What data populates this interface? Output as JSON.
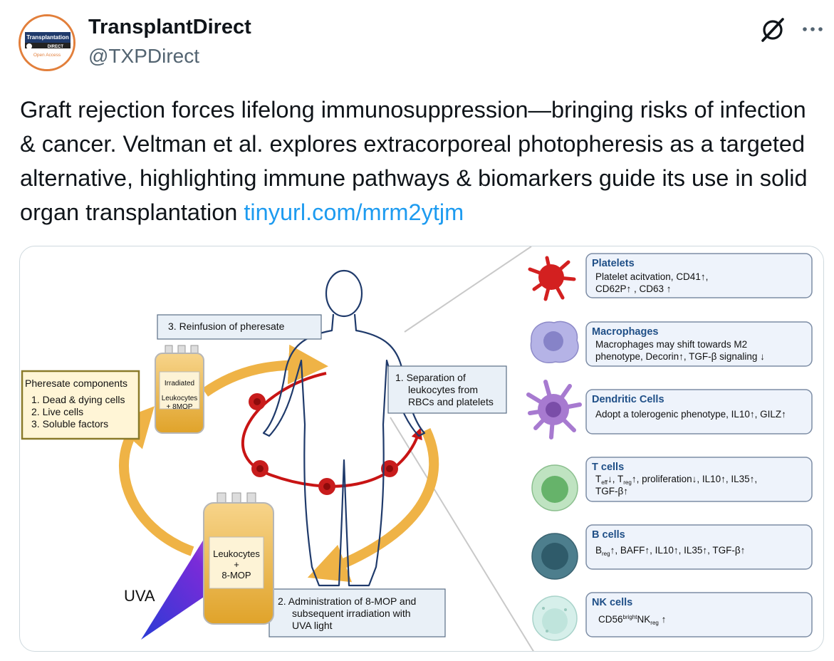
{
  "author": {
    "name": "TransplantDirect",
    "handle": "@TXPDirect",
    "avatar": {
      "line1": "Transplantation",
      "line2": "DIRECT",
      "line3": "Open Access"
    }
  },
  "icons": {
    "grok": "grok-icon",
    "more": "more-icon",
    "more_glyph": "•••"
  },
  "tweet": {
    "text": "Graft rejection forces lifelong immunosuppression—bringing risks of infection & cancer. Veltman et al. explores extracorporeal photopheresis as a targeted alternative, highlighting immune pathways & biomarkers guide its use in solid organ transplantation ",
    "link": "tinyurl.com/mrm2ytjm"
  },
  "figure": {
    "step3_label": "3. Reinfusion of pheresate",
    "step1_lines": [
      "1.  Separation of",
      "leukocytes from",
      "RBCs and platelets"
    ],
    "step2_lines": [
      "2.  Administration of 8-MOP and",
      "subsequent irradiation with",
      "UVA light"
    ],
    "pheresate": {
      "title": "Pheresate components",
      "items": [
        "1.  Dead & dying cells",
        "2.  Live cells",
        "3.  Soluble factors"
      ]
    },
    "small_bag": {
      "line1": "Irradiated",
      "line2": "Leukocytes",
      "line3": "+ 8MOP"
    },
    "big_bag": {
      "line1": "Leukocytes",
      "line2": "+",
      "line3": "8-MOP"
    },
    "uva": "UVA",
    "cells": [
      {
        "title": "Platelets",
        "line1": "Platelet acitvation, CD41↑,",
        "line2": "CD62P↑ , CD63 ↑"
      },
      {
        "title": "Macrophages",
        "line1": "Macrophages may shift towards M2",
        "line2": "phenotype, Decorin↑, TGF-β signaling ↓"
      },
      {
        "title": "Dendritic Cells",
        "line1": "Adopt a tolerogenic phenotype, IL10↑, GILZ↑",
        "line2": ""
      },
      {
        "title": "T cells",
        "t_eff": "T",
        "t_eff_sub": "eff",
        "t_eff_arrow": "↓, ",
        "t_reg": "T",
        "t_reg_sub": "reg",
        "t_rest": "↑, proliferation↓, IL10↑, IL35↑,",
        "line2": "TGF-β↑"
      },
      {
        "title": "B cells",
        "b_reg": "B",
        "b_reg_sub": "reg",
        "b_rest": "↑, BAFF↑, IL10↑, IL35↑, TGF-β↑"
      },
      {
        "title": "NK cells",
        "nk_cd": "CD56",
        "nk_sup": "bright",
        "nk_nk": "NK",
        "nk_sub": "reg",
        "nk_arrow": " ↑"
      }
    ]
  }
}
